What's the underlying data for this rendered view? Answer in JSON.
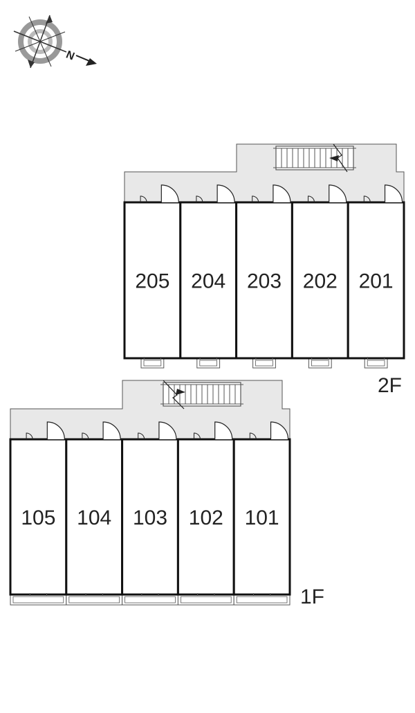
{
  "compass": {
    "north_label": "N",
    "icon": "compass-rose-icon"
  },
  "floors": [
    {
      "label": "2F",
      "units": [
        "205",
        "204",
        "203",
        "202",
        "201"
      ]
    },
    {
      "label": "1F",
      "units": [
        "105",
        "104",
        "103",
        "102",
        "101"
      ]
    }
  ],
  "colors": {
    "corridor": "#e8e8e8",
    "wall": "#111111",
    "line": "#555555",
    "background": "#ffffff"
  }
}
